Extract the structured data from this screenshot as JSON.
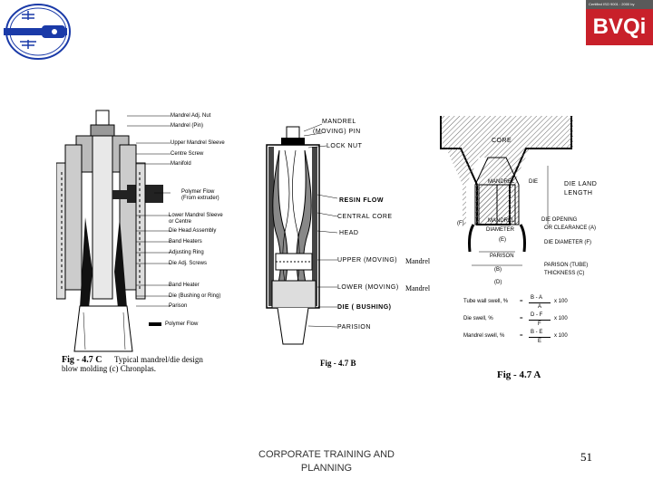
{
  "logo_right": {
    "cert_text": "Certified ISO 9001 : 2000 by",
    "brand": "BVQi"
  },
  "fig_c": {
    "labels": [
      "Mandrel Adj. Nut",
      "Mandrel (Pin)",
      "Upper Mandrel Sleeve",
      "Centre Screw",
      "Manifold",
      "Polymer Flow",
      "(From extruder)",
      "Lower Mandrel Sleeve",
      "or Centre",
      "Die Head Assembly",
      "Band Heaters",
      "Adjusting Ring",
      "Die Adj. Screws",
      "Band Heater",
      "Die (Bushing or Ring)",
      "Parison",
      "Polymer Flow"
    ],
    "caption_num": "Fig - 4.7 C",
    "caption_title": "Typical mandrel/die design",
    "caption_sub": "blow molding (c) Chronplas."
  },
  "fig_b": {
    "labels": [
      "MANDREL",
      "(MOVING) PIN",
      "LOCK NUT",
      "RESIN FLOW",
      "CENTRAL CORE",
      "HEAD",
      "UPPER (MOVING)",
      "Mandrel",
      "LOWER (MOVING)",
      "Mandrel",
      "DIE ( BUSHING)",
      "PARISION"
    ],
    "caption": "Fig - 4.7 B"
  },
  "fig_a": {
    "labels": [
      "CORE",
      "MANDREL",
      "DIE",
      "DIE LAND",
      "LENGTH",
      "(F)",
      "MANDREL",
      "DIAMETER",
      "(E)",
      "DIE OPENING",
      "OR CLEARANCE (A)",
      "DIE DIAMETER (F)",
      "PARISON",
      "PARISON (TUBE)",
      "THICKNESS (C)",
      "(B)",
      "(D)"
    ],
    "formulas": [
      {
        "name": "Tube wall swell, %",
        "num": "B - A",
        "den": "A",
        "mult": "x 100"
      },
      {
        "name": "Die swell, %",
        "num": "D - F",
        "den": "F",
        "mult": "x 100"
      },
      {
        "name": "Mandrel swell, %",
        "num": "B - E",
        "den": "E",
        "mult": "x 100"
      }
    ],
    "caption": "Fig - 4.7 A"
  },
  "footer": {
    "line1": "CORPORATE TRAINING AND",
    "line2": "PLANNING"
  },
  "page_number": "51",
  "colors": {
    "logo_red": "#c8202a",
    "logo_blue": "#1a3aa8"
  }
}
